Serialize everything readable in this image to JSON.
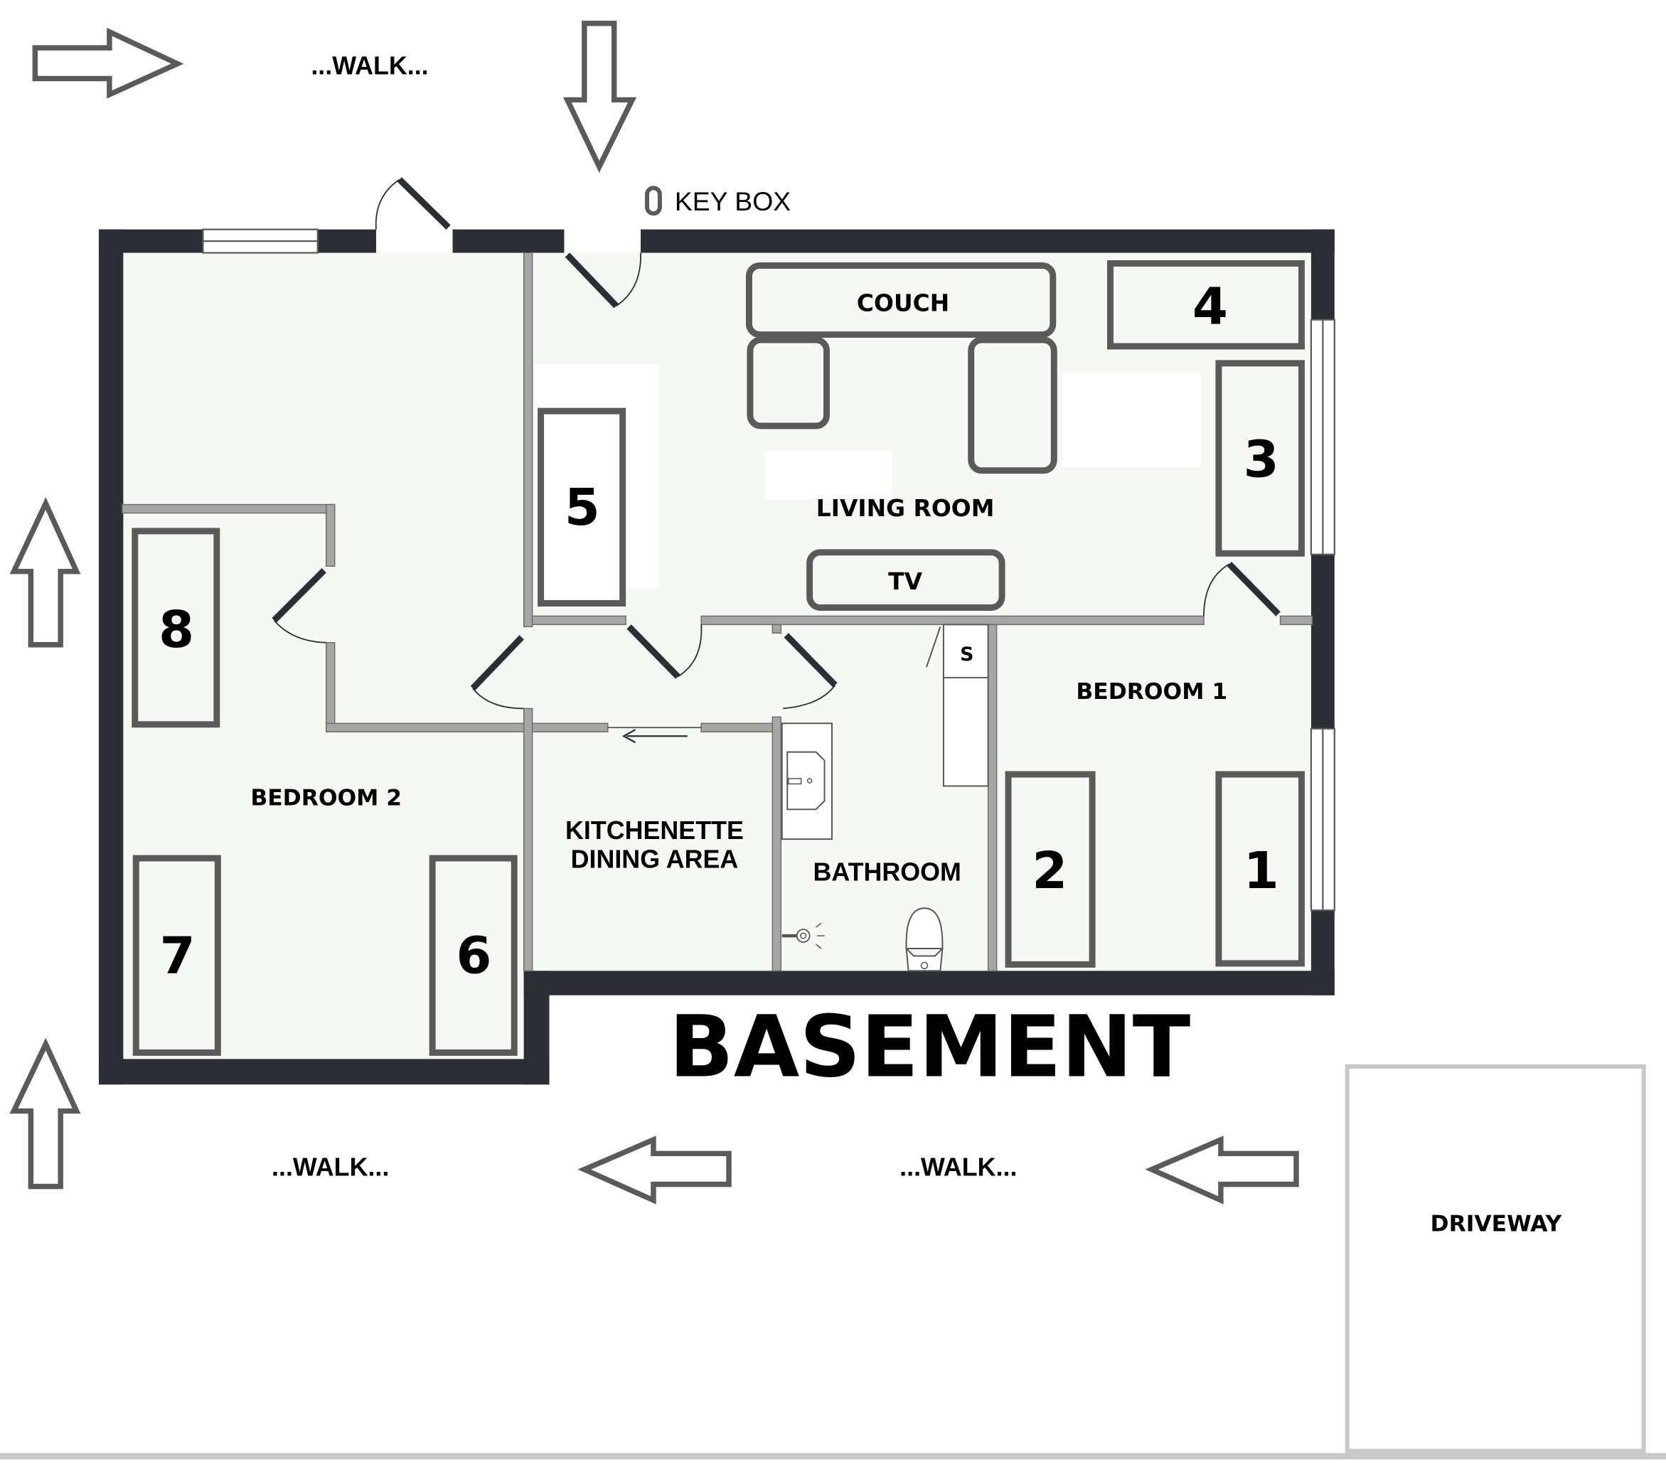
{
  "title": "BASEMENT",
  "key_box": {
    "label": "KEY BOX"
  },
  "walk_labels": {
    "top": "...WALK...",
    "bottom_left": "...WALK...",
    "bottom_right": "...WALK..."
  },
  "rooms": {
    "living_room": "LIVING ROOM",
    "bedroom_1": "BEDROOM 1",
    "bedroom_2": "BEDROOM 2",
    "kitchenette_line1": "KITCHENETTE",
    "kitchenette_line2": "DINING AREA",
    "bathroom": "BATHROOM",
    "driveway": "DRIVEWAY"
  },
  "furniture": {
    "couch": "COUCH",
    "tv": "TV",
    "shower_mark": "S"
  },
  "beds": [
    {
      "number": "1",
      "room": "BEDROOM 1"
    },
    {
      "number": "2",
      "room": "BEDROOM 1"
    },
    {
      "number": "3",
      "room": "LIVING ROOM"
    },
    {
      "number": "4",
      "room": "LIVING ROOM"
    },
    {
      "number": "5",
      "room": "LIVING ROOM"
    },
    {
      "number": "6",
      "room": "BEDROOM 2"
    },
    {
      "number": "7",
      "room": "BEDROOM 2"
    },
    {
      "number": "8",
      "room": "BEDROOM 2"
    }
  ],
  "arrows": [
    {
      "id": "top-left",
      "direction": "right"
    },
    {
      "id": "top-entrance",
      "direction": "down"
    },
    {
      "id": "left-upper",
      "direction": "up"
    },
    {
      "id": "left-lower",
      "direction": "up"
    },
    {
      "id": "bottom-middle",
      "direction": "left"
    },
    {
      "id": "bottom-right",
      "direction": "left"
    }
  ],
  "colors": {
    "outer_wall": "#2b2e35",
    "interior_floor": "#f6f8f4",
    "inner_wall": "#a6a6a6",
    "furniture_outline": "#5a5a5a",
    "driveway_border": "#c8c8c8",
    "arrow_outline": "#5a5a5a"
  }
}
